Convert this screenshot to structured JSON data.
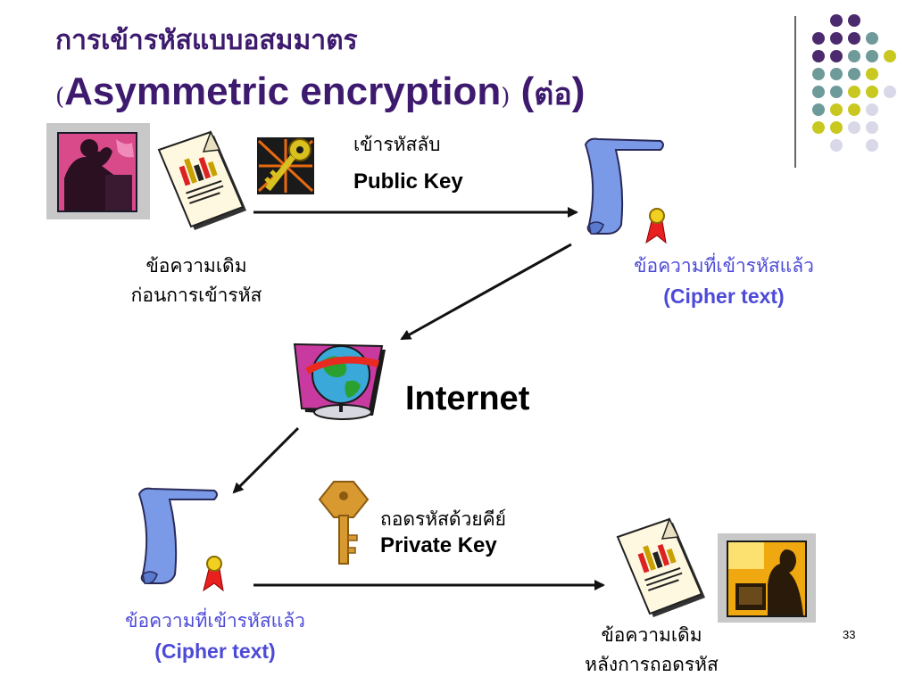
{
  "slide": {
    "title_th": "การเข้ารหัสแบบอสมมาตร",
    "title_paren_open": "(",
    "title_en": "Asymmetric encryption",
    "title_paren_close": ")",
    "title_cont_open": "(",
    "title_cont_th": "ต่อ",
    "title_cont_close": ")"
  },
  "top_key": {
    "label_th": "เข้ารหัสลับ",
    "label_en": "Public Key"
  },
  "sender": {
    "caption_line1": "ข้อความเดิม",
    "caption_line2": "ก่อนการเข้ารหัส"
  },
  "cipher_top": {
    "caption_th": "ข้อความที่เข้ารหัสแล้ว",
    "caption_en": "(Cipher text)"
  },
  "internet": {
    "label": "Internet"
  },
  "cipher_bottom": {
    "caption_th": "ข้อความที่เข้ารหัสแล้ว",
    "caption_en": "(Cipher text)"
  },
  "bottom_key": {
    "label_th": "ถอดรหัสด้วยคีย์",
    "label_en": "Private Key"
  },
  "receiver": {
    "caption_line1": "ข้อความเดิม",
    "caption_line2": "หลังการถอดรหัส"
  },
  "page_number": "33",
  "colors": {
    "title": "#3d1a6e",
    "cipher_caption": "#4d4ad8",
    "dot_purple": "#4b2a6e",
    "dot_teal": "#6f9a9a",
    "dot_yellow": "#c8c820",
    "dot_lavender": "#d8d8e8"
  },
  "icons": [
    "person-photo-icon",
    "document-chart-icon",
    "key-burst-icon",
    "scroll-certificate-icon",
    "globe-internet-icon",
    "brass-key-icon"
  ]
}
